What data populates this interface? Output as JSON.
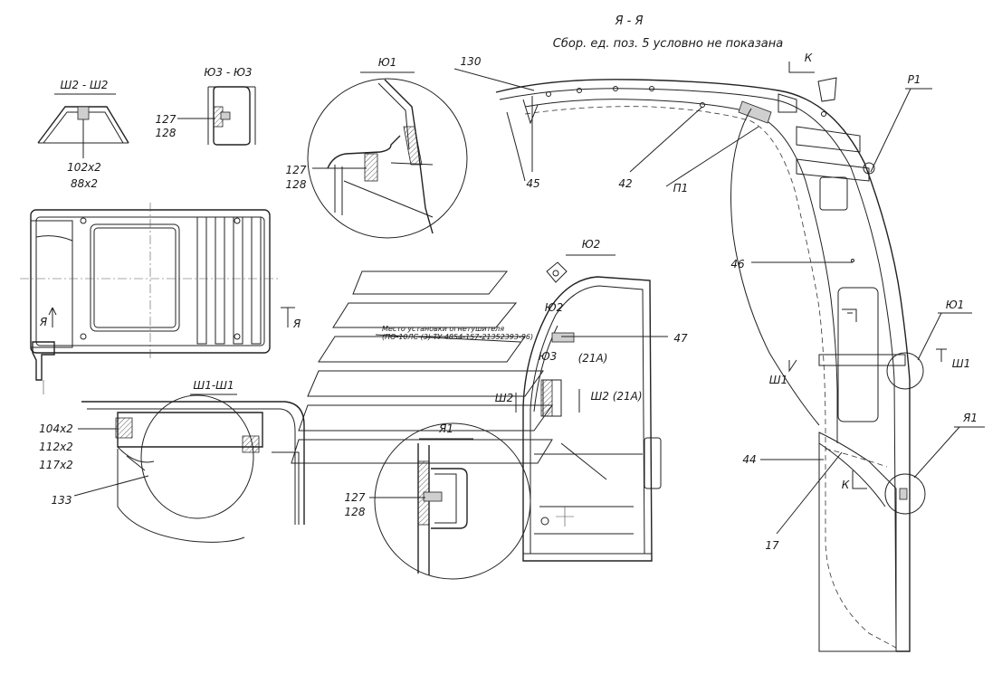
{
  "title": "Я - Я",
  "subtitle": "Сбор. ед. поз. 5 условно не показана",
  "section_labels": {
    "sh2": "Ш2 - Ш2",
    "yu3": "Ю3 - Ю3",
    "yu1_top": "Ю1",
    "yu2": "Ю2",
    "sh1": "Ш1-Ш1",
    "ya1_detail": "Я1",
    "yu1_right": "Ю1",
    "ya1_right": "Я1",
    "p1_top": "Р1",
    "p1_mid": "П1",
    "k_top": "К",
    "k_bottom": "К",
    "sh1_left_mark": "Ш1",
    "sh1_right_mark": "Ш1",
    "ya_left_mark": "Я",
    "ya_right_mark": "Я",
    "sh2_left_mark": "Ш2",
    "sh2_right_mark": "Ш2 (21А)",
    "yu3_mark": "Ю3",
    "yu2_mark": "Ю2",
    "a21_mark": "(21А)"
  },
  "callouts": {
    "c130": "130",
    "c45": "45",
    "c42": "42",
    "c46": "46",
    "c44": "44",
    "c17": "17",
    "c47": "47",
    "c133": "133",
    "c127_a": "127",
    "c128_a": "128",
    "c127_b": "127",
    "c128_b": "128",
    "c127_c": "127",
    "c128_c": "128",
    "c102": "102x2",
    "c88": "88x2",
    "c104": "104x2",
    "c112": "112x2",
    "c117": "117x2"
  },
  "note": {
    "line1": "Место установки огнетушителя",
    "line2": "(ПО-10ЛС (3) ТУ 4854-157-21352393-96)"
  }
}
